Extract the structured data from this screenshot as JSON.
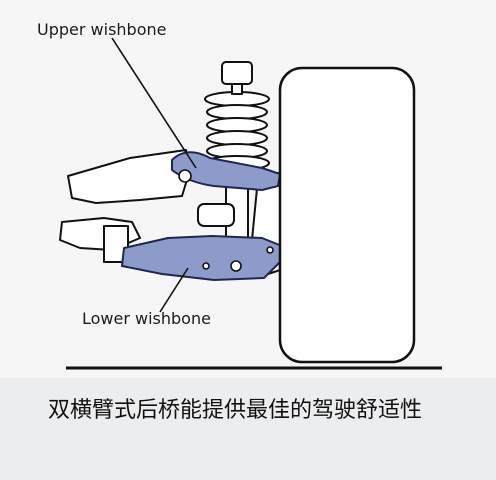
{
  "labels": {
    "upper": "Upper wishbone",
    "lower": "Lower wishbone"
  },
  "caption": "双横臂式后桥能提供最佳的驾驶舒适性",
  "colors": {
    "wishbone_fill": "#8d9bcb",
    "wishbone_stroke": "#20264f",
    "outline": "#111111",
    "background": "#f6f6f7"
  }
}
